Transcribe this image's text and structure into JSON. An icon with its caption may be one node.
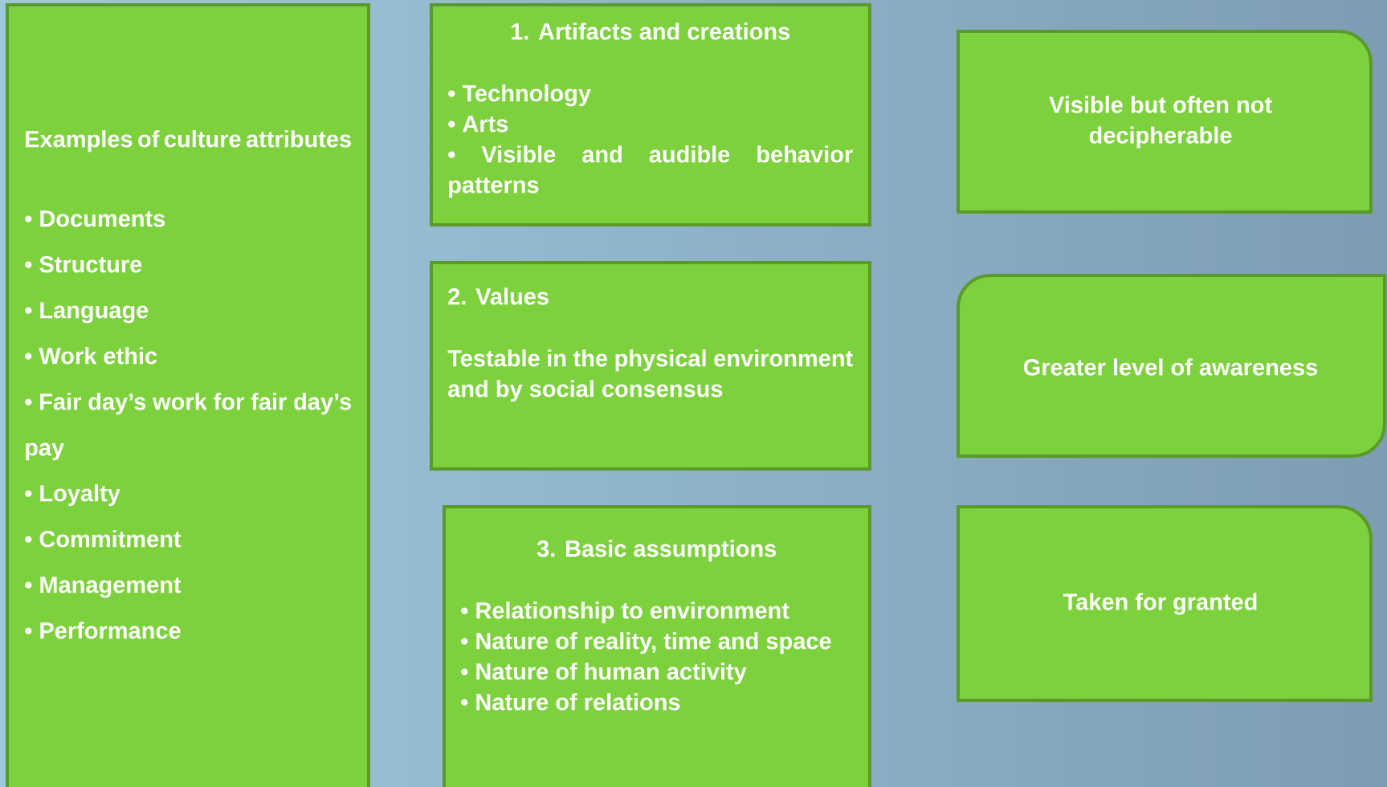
{
  "diagram": {
    "nodes": [
      {
        "text": [
          "Examples of culture attributes",
          "• Documents",
          "• Structure",
          "• Language",
          "• Work ethic",
          "• Fair day’s work for fair day’s pay",
          "• Loyalty",
          "• Commitment",
          "• Management",
          "• Performance"
        ]
      },
      {
        "text": [
          "1.  Artifacts and creations",
          "• Technology",
          "• Arts",
          "• Visible and audible behavior patterns"
        ]
      },
      {
        "text": [
          "2. Values",
          "Testable in the physical environment and by social consensus"
        ]
      },
      {
        "text": [
          "3. Basic assumptions",
          "• Relationship to environment",
          "• Nature of reality, time and space",
          "• Nature of human activity",
          "• Nature of relations"
        ]
      },
      {
        "text": [
          "Visible but often not decipherable"
        ]
      },
      {
        "text": [
          "Greater level of awareness"
        ]
      },
      {
        "text": [
          "Taken for granted"
        ]
      }
    ]
  }
}
